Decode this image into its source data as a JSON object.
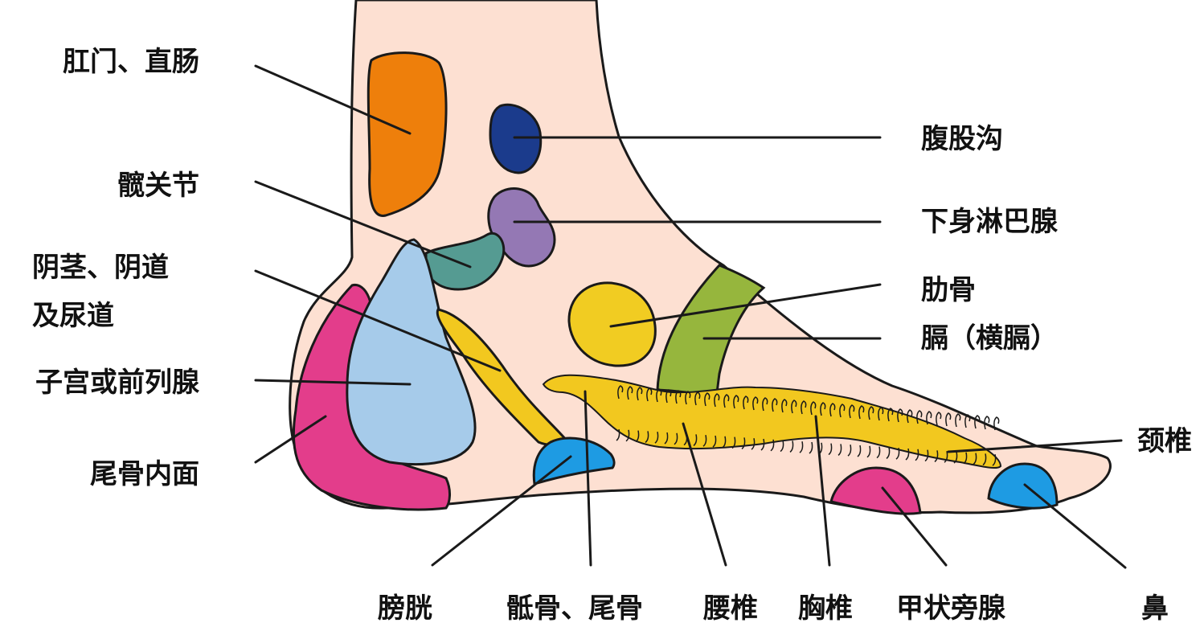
{
  "colors": {
    "skin": "#fde0d2",
    "outline": "#1a1a1a",
    "rectum": "#ee7f0b",
    "groin": "#1b3b8c",
    "lymph": "#9478b4",
    "hip": "#559b92",
    "genital": "#a6cbea",
    "uterus": "#e33d8b",
    "bladder": "#1e9be3",
    "spine": "#f2c81f",
    "ribs": "#f1cc22",
    "diaphragm": "#96b63d",
    "thyroid": "#e33d8b",
    "nose": "#1e9be3"
  },
  "labels": {
    "rectum": "肛门、直肠",
    "hip": "髋关节",
    "genital_line1": "阴茎、阴道",
    "genital_line2": "及尿道",
    "uterus": "子宫或前列腺",
    "coccyx_inner": "尾骨内面",
    "groin": "腹股沟",
    "lymph": "下身淋巴腺",
    "ribs": "肋骨",
    "diaphragm": "膈（横膈）",
    "cervical": "颈椎",
    "bladder": "膀胱",
    "sacrum": "骶骨、尾骨",
    "lumbar": "腰椎",
    "thoracic": "胸椎",
    "thyroid": "甲状旁腺",
    "nose": "鼻"
  }
}
